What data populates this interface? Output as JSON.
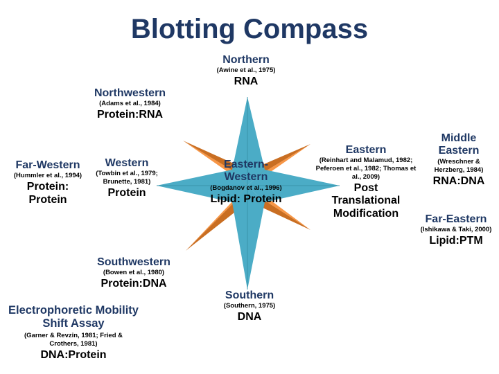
{
  "title": "Blotting Compass",
  "colors": {
    "title": "#1f3864",
    "star_main": "#4bacc6",
    "star_diagonal": "#f79646"
  },
  "labels": {
    "northern": {
      "name": "Northern",
      "citation": "(Awine et al., 1975)",
      "target": "RNA"
    },
    "northwestern": {
      "name": "Northwestern",
      "citation": "(Adams et al., 1984)",
      "target": "Protein:RNA"
    },
    "western": {
      "name": "Western",
      "citation": "(Towbin et al., 1979; Brunette, 1981)",
      "target": "Protein"
    },
    "far_western": {
      "name": "Far-Western",
      "citation": "(Hummler et al., 1994)",
      "target": "Protein: Protein"
    },
    "eastern_western": {
      "name": "Eastern-Western",
      "citation": "(Bogdanov et al., 1996)",
      "target": "Lipid: Protein"
    },
    "eastern": {
      "name": "Eastern",
      "citation": "(Reinhart and Malamud, 1982; Peferoen et al., 1982; Thomas et al., 2009)",
      "target": "Post Translational Modification"
    },
    "middle_eastern": {
      "name": "Middle Eastern",
      "citation": "(Wreschner & Herzberg, 1984)",
      "target": "RNA:DNA"
    },
    "far_eastern": {
      "name": "Far-Eastern",
      "citation": "(Ishikawa & Taki, 2000)",
      "target": "Lipid:PTM"
    },
    "southwestern": {
      "name": "Southwestern",
      "citation": "(Bowen et al., 1980)",
      "target": "Protein:DNA"
    },
    "southern": {
      "name": "Southern",
      "citation": "(Southern, 1975)",
      "target": "DNA"
    },
    "emsa": {
      "name": "Electrophoretic Mobility Shift Assay",
      "citation": "(Garner & Revzin, 1981; Fried & Crothers, 1981)",
      "target": "DNA:Protein"
    }
  }
}
